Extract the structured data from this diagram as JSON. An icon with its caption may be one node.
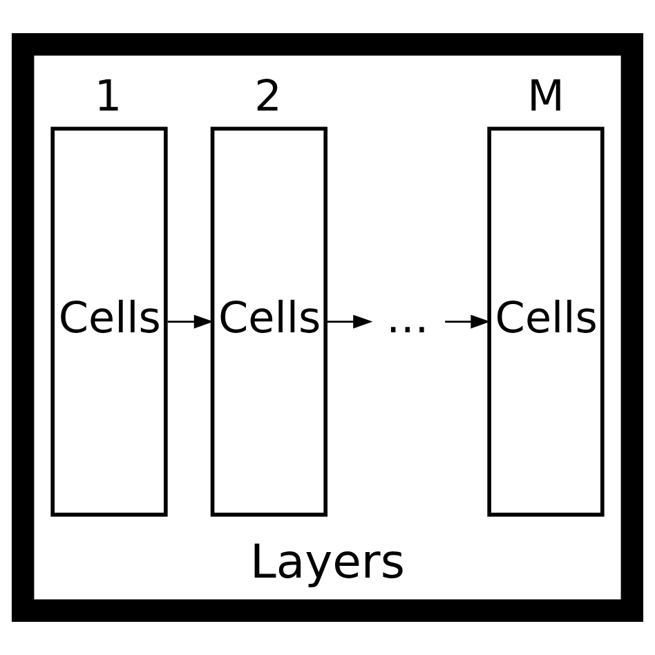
{
  "diagram": {
    "nodes": [
      {
        "text": [
          "Layers"
        ]
      },
      {
        "text": [
          "Cells"
        ],
        "in": 0,
        "beside": [
          "1"
        ]
      },
      {
        "text": [
          "Cells"
        ],
        "in": 0,
        "beside": [
          "2"
        ]
      },
      {
        "text": [
          "…"
        ],
        "in": 0
      },
      {
        "text": [
          "Cells"
        ],
        "in": 0,
        "beside": [
          "M"
        ]
      }
    ],
    "edges": [
      {
        "from": 1,
        "to": 2,
        "arrow": "to"
      },
      {
        "from": 2,
        "to": 3,
        "arrow": "to"
      },
      {
        "from": 3,
        "to": 4,
        "arrow": "to"
      }
    ]
  }
}
